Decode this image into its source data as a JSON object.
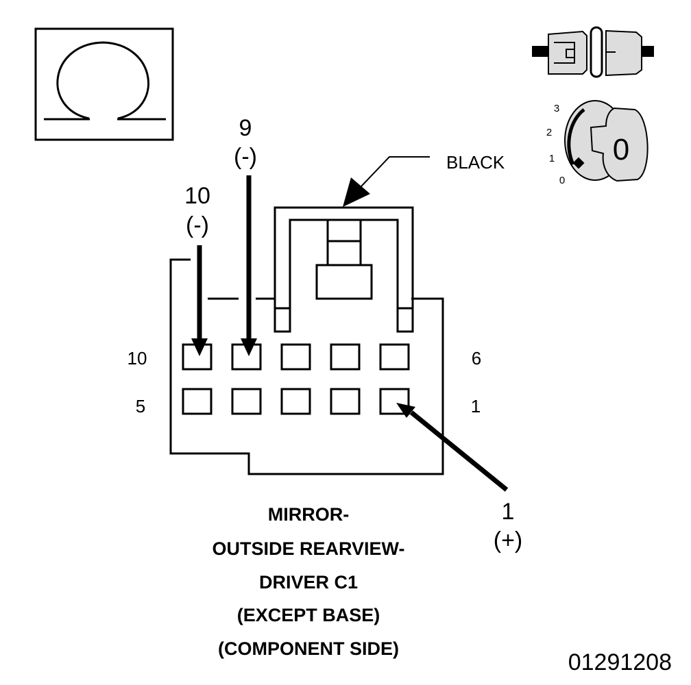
{
  "symbol": {
    "icon": "ohm-icon"
  },
  "ignition": {
    "positions": [
      "3",
      "2",
      "1",
      "0"
    ],
    "key_label": "0",
    "connector_icon": "connector-icon",
    "key_icon": "ignition-key-icon"
  },
  "connector": {
    "color_label": "BLACK",
    "row_labels": {
      "top_left": "10",
      "top_right": "6",
      "bottom_left": "5",
      "bottom_right": "1"
    }
  },
  "pins": [
    {
      "number": "10",
      "polarity": "(-)"
    },
    {
      "number": "9",
      "polarity": "(-)"
    },
    {
      "number": "1",
      "polarity": "(+)"
    }
  ],
  "caption": [
    "MIRROR-",
    "OUTSIDE REARVIEW-",
    "DRIVER C1",
    "(EXCEPT BASE)",
    "(COMPONENT SIDE)"
  ],
  "figure_id": "01291208"
}
